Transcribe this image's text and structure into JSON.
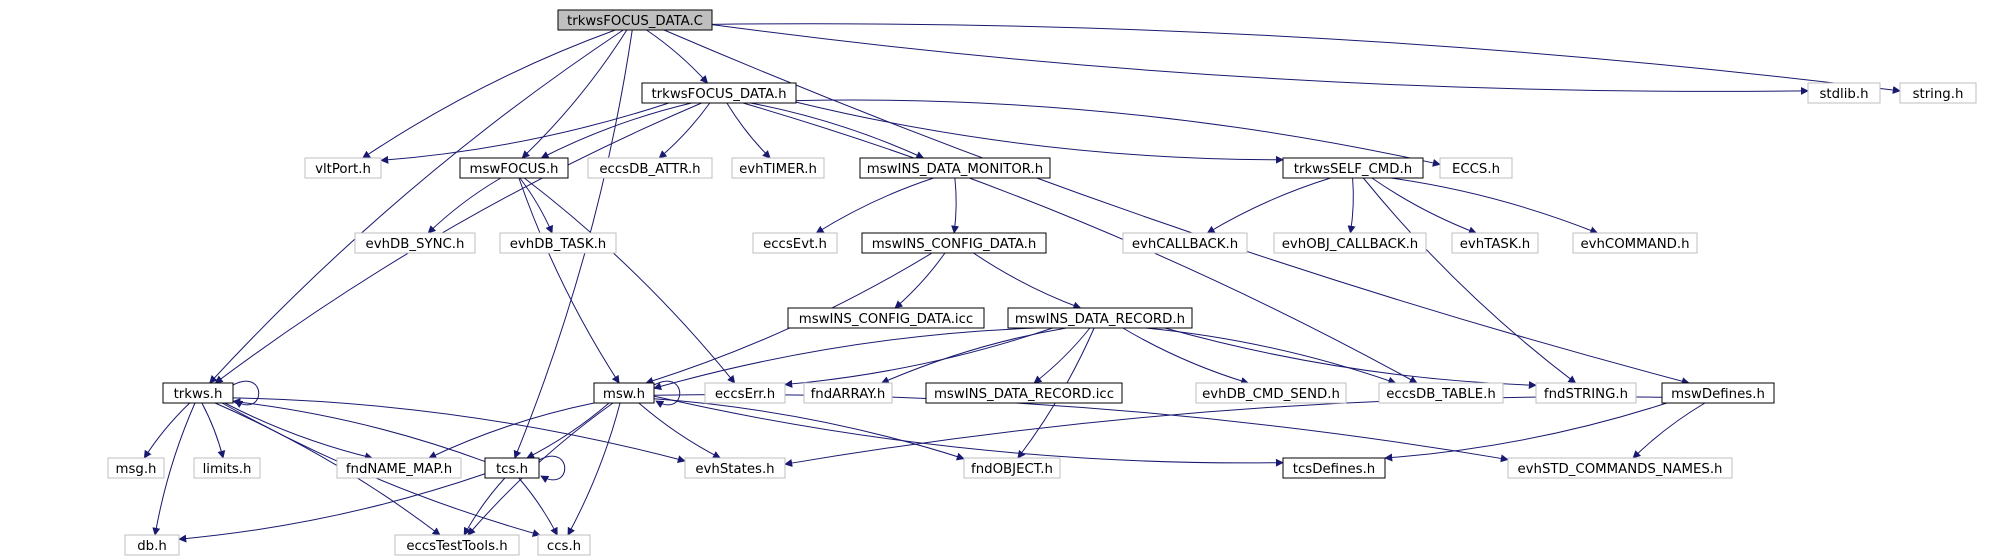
{
  "colors": {
    "edge": "#191970",
    "root_fill": "#bfbfbf",
    "root_stroke": "#000000",
    "doc_stroke": "#000000",
    "ext_stroke": "#bfbfbf",
    "fill": "#ffffff"
  },
  "nodes": {
    "root": {
      "label": "trkwsFOCUS_DATA.C",
      "kind": "root"
    },
    "trkwsFOCUS_DATA_h": {
      "label": "trkwsFOCUS_DATA.h",
      "kind": "doc"
    },
    "stdlib_h": {
      "label": "stdlib.h",
      "kind": "ext"
    },
    "string_h": {
      "label": "string.h",
      "kind": "ext"
    },
    "vltPort_h": {
      "label": "vltPort.h",
      "kind": "ext"
    },
    "mswFOCUS_h": {
      "label": "mswFOCUS.h",
      "kind": "doc"
    },
    "eccsDB_ATTR_h": {
      "label": "eccsDB_ATTR.h",
      "kind": "ext"
    },
    "evhTIMER_h": {
      "label": "evhTIMER.h",
      "kind": "ext"
    },
    "mswINS_DATA_MONITOR_h": {
      "label": "mswINS_DATA_MONITOR.h",
      "kind": "doc"
    },
    "trkwsSELF_CMD_h": {
      "label": "trkwsSELF_CMD.h",
      "kind": "doc"
    },
    "ECCS_h": {
      "label": "ECCS.h",
      "kind": "ext"
    },
    "evhDB_SYNC_h": {
      "label": "evhDB_SYNC.h",
      "kind": "ext"
    },
    "evhDB_TASK_h": {
      "label": "evhDB_TASK.h",
      "kind": "ext"
    },
    "eccsEvt_h": {
      "label": "eccsEvt.h",
      "kind": "ext"
    },
    "mswINS_CONFIG_DATA_h": {
      "label": "mswINS_CONFIG_DATA.h",
      "kind": "doc"
    },
    "evhCALLBACK_h": {
      "label": "evhCALLBACK.h",
      "kind": "ext"
    },
    "evhOBJ_CALLBACK_h": {
      "label": "evhOBJ_CALLBACK.h",
      "kind": "ext"
    },
    "evhTASK_h": {
      "label": "evhTASK.h",
      "kind": "ext"
    },
    "evhCOMMAND_h": {
      "label": "evhCOMMAND.h",
      "kind": "ext"
    },
    "mswINS_CONFIG_DATA_icc": {
      "label": "mswINS_CONFIG_DATA.icc",
      "kind": "doc"
    },
    "mswINS_DATA_RECORD_h": {
      "label": "mswINS_DATA_RECORD.h",
      "kind": "doc"
    },
    "trkws_h": {
      "label": "trkws.h",
      "kind": "doc"
    },
    "msw_h": {
      "label": "msw.h",
      "kind": "doc"
    },
    "eccsErr_h": {
      "label": "eccsErr.h",
      "kind": "ext"
    },
    "fndARRAY_h": {
      "label": "fndARRAY.h",
      "kind": "ext"
    },
    "mswINS_DATA_RECORD_icc": {
      "label": "mswINS_DATA_RECORD.icc",
      "kind": "doc"
    },
    "evhDB_CMD_SEND_h": {
      "label": "evhDB_CMD_SEND.h",
      "kind": "ext"
    },
    "eccsDB_TABLE_h": {
      "label": "eccsDB_TABLE.h",
      "kind": "ext"
    },
    "fndSTRING_h": {
      "label": "fndSTRING.h",
      "kind": "ext"
    },
    "mswDefines_h": {
      "label": "mswDefines.h",
      "kind": "doc"
    },
    "msg_h": {
      "label": "msg.h",
      "kind": "ext"
    },
    "limits_h": {
      "label": "limits.h",
      "kind": "ext"
    },
    "fndNAME_MAP_h": {
      "label": "fndNAME_MAP.h",
      "kind": "ext"
    },
    "tcs_h": {
      "label": "tcs.h",
      "kind": "doc"
    },
    "evhStates_h": {
      "label": "evhStates.h",
      "kind": "ext"
    },
    "fndOBJECT_h": {
      "label": "fndOBJECT.h",
      "kind": "ext"
    },
    "tcsDefines_h": {
      "label": "tcsDefines.h",
      "kind": "doc"
    },
    "evhSTD_COMMANDS_NAMES_h": {
      "label": "evhSTD_COMMANDS_NAMES.h",
      "kind": "ext"
    },
    "db_h": {
      "label": "db.h",
      "kind": "ext"
    },
    "eccsTestTools_h": {
      "label": "eccsTestTools.h",
      "kind": "ext"
    },
    "ccs_h": {
      "label": "ccs.h",
      "kind": "ext"
    }
  },
  "edges": [
    [
      "root",
      "trkwsFOCUS_DATA_h"
    ],
    [
      "root",
      "stdlib_h"
    ],
    [
      "root",
      "string_h"
    ],
    [
      "root",
      "vltPort_h"
    ],
    [
      "root",
      "mswFOCUS_h"
    ],
    [
      "root",
      "trkws_h"
    ],
    [
      "root",
      "tcs_h"
    ],
    [
      "root",
      "mswDefines_h"
    ],
    [
      "trkwsFOCUS_DATA_h",
      "vltPort_h"
    ],
    [
      "trkwsFOCUS_DATA_h",
      "mswFOCUS_h"
    ],
    [
      "trkwsFOCUS_DATA_h",
      "eccsDB_ATTR_h"
    ],
    [
      "trkwsFOCUS_DATA_h",
      "evhTIMER_h"
    ],
    [
      "trkwsFOCUS_DATA_h",
      "mswINS_DATA_MONITOR_h"
    ],
    [
      "trkwsFOCUS_DATA_h",
      "trkwsSELF_CMD_h"
    ],
    [
      "trkwsFOCUS_DATA_h",
      "ECCS_h"
    ],
    [
      "trkwsFOCUS_DATA_h",
      "trkws_h"
    ],
    [
      "trkwsFOCUS_DATA_h",
      "eccsDB_TABLE_h"
    ],
    [
      "mswFOCUS_h",
      "evhDB_SYNC_h"
    ],
    [
      "mswFOCUS_h",
      "evhDB_TASK_h"
    ],
    [
      "mswFOCUS_h",
      "msw_h"
    ],
    [
      "mswFOCUS_h",
      "eccsErr_h"
    ],
    [
      "mswINS_DATA_MONITOR_h",
      "eccsEvt_h"
    ],
    [
      "mswINS_DATA_MONITOR_h",
      "mswINS_CONFIG_DATA_h"
    ],
    [
      "trkwsSELF_CMD_h",
      "evhCALLBACK_h"
    ],
    [
      "trkwsSELF_CMD_h",
      "evhOBJ_CALLBACK_h"
    ],
    [
      "trkwsSELF_CMD_h",
      "evhTASK_h"
    ],
    [
      "trkwsSELF_CMD_h",
      "evhCOMMAND_h"
    ],
    [
      "trkwsSELF_CMD_h",
      "fndSTRING_h"
    ],
    [
      "mswINS_CONFIG_DATA_h",
      "mswINS_CONFIG_DATA_icc"
    ],
    [
      "mswINS_CONFIG_DATA_h",
      "mswINS_DATA_RECORD_h"
    ],
    [
      "mswINS_CONFIG_DATA_h",
      "msw_h"
    ],
    [
      "mswINS_DATA_RECORD_h",
      "msw_h"
    ],
    [
      "mswINS_DATA_RECORD_h",
      "eccsErr_h"
    ],
    [
      "mswINS_DATA_RECORD_h",
      "fndARRAY_h"
    ],
    [
      "mswINS_DATA_RECORD_h",
      "mswINS_DATA_RECORD_icc"
    ],
    [
      "mswINS_DATA_RECORD_h",
      "evhDB_CMD_SEND_h"
    ],
    [
      "mswINS_DATA_RECORD_h",
      "eccsDB_TABLE_h"
    ],
    [
      "mswINS_DATA_RECORD_h",
      "fndSTRING_h"
    ],
    [
      "mswINS_DATA_RECORD_h",
      "fndOBJECT_h"
    ],
    [
      "mswDefines_h",
      "evhStates_h"
    ],
    [
      "mswDefines_h",
      "tcsDefines_h"
    ],
    [
      "mswDefines_h",
      "evhSTD_COMMANDS_NAMES_h"
    ],
    [
      "trkws_h",
      "trkws_h"
    ],
    [
      "trkws_h",
      "msg_h"
    ],
    [
      "trkws_h",
      "limits_h"
    ],
    [
      "trkws_h",
      "fndNAME_MAP_h"
    ],
    [
      "trkws_h",
      "evhStates_h"
    ],
    [
      "trkws_h",
      "db_h"
    ],
    [
      "trkws_h",
      "eccsTestTools_h"
    ],
    [
      "trkws_h",
      "ccs_h"
    ],
    [
      "msw_h",
      "msw_h"
    ],
    [
      "msw_h",
      "fndNAME_MAP_h"
    ],
    [
      "msw_h",
      "tcs_h"
    ],
    [
      "msw_h",
      "evhStates_h"
    ],
    [
      "msw_h",
      "fndOBJECT_h"
    ],
    [
      "msw_h",
      "tcsDefines_h"
    ],
    [
      "msw_h",
      "evhSTD_COMMANDS_NAMES_h"
    ],
    [
      "msw_h",
      "eccsTestTools_h"
    ],
    [
      "msw_h",
      "ccs_h"
    ],
    [
      "tcs_h",
      "tcs_h"
    ],
    [
      "tcs_h",
      "db_h"
    ],
    [
      "tcs_h",
      "eccsTestTools_h"
    ],
    [
      "tcs_h",
      "ccs_h"
    ],
    [
      "tcs_h",
      "trkws_h"
    ]
  ]
}
